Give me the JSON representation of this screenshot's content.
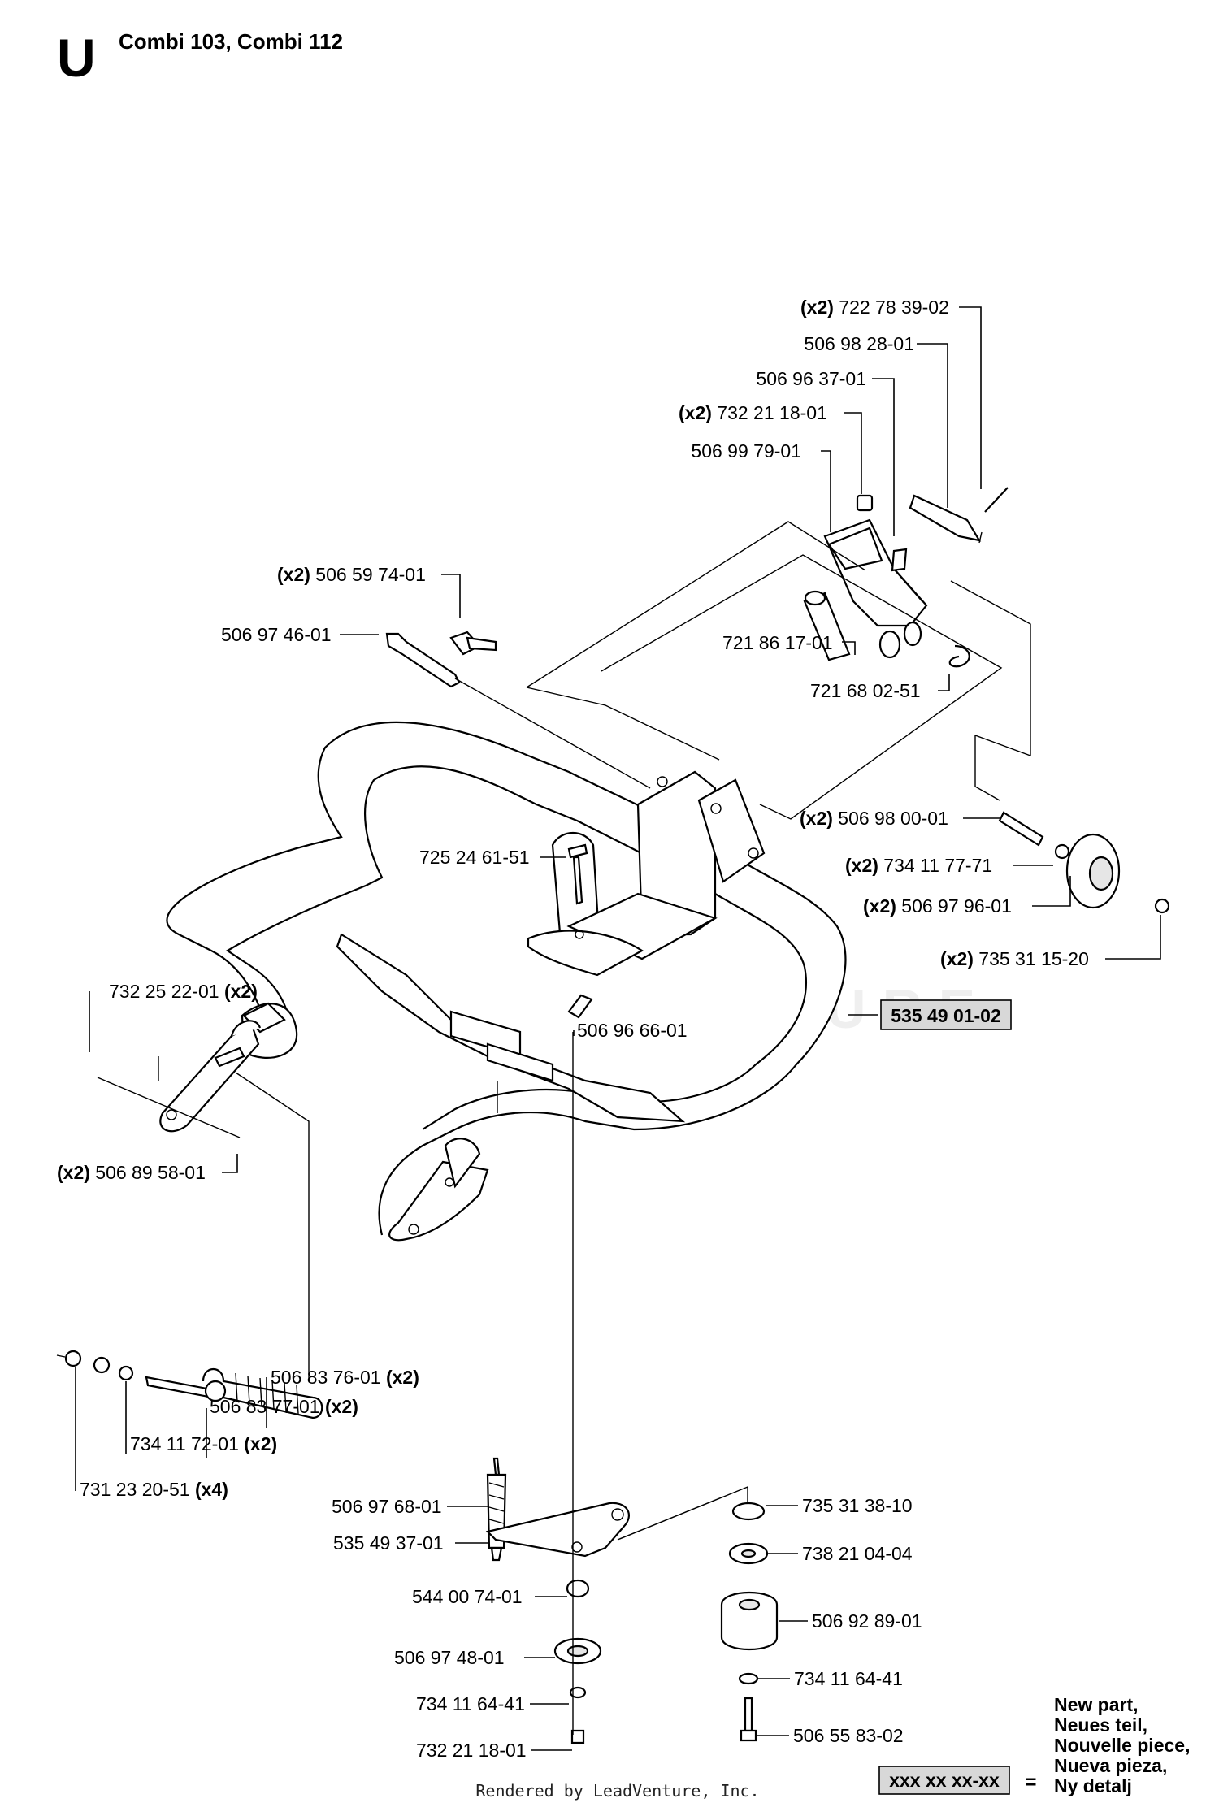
{
  "header": {
    "section_letter": "U",
    "title": "Combi 103, Combi 112"
  },
  "watermark": "LEADVENTURE",
  "footer": "Rendered by LeadVenture, Inc.",
  "assembly_number": "535 49 01-02",
  "legend": {
    "lines": [
      "New part,",
      "Neues teil,",
      "Nouvelle piece,",
      "Nueva pieza,",
      "Ny detalj"
    ],
    "sample_box": "xxx xx xx-xx",
    "equals": "="
  },
  "parts": {
    "p_722_78_39_02": {
      "qty": "(x2)",
      "number": "722 78 39-02"
    },
    "p_506_98_28_01": {
      "qty": "",
      "number": "506 98 28-01"
    },
    "p_506_96_37_01": {
      "qty": "",
      "number": "506 96 37-01"
    },
    "p_732_21_18_01_top": {
      "qty": "(x2)",
      "number": "732 21 18-01"
    },
    "p_506_99_79_01": {
      "qty": "",
      "number": "506 99 79-01"
    },
    "p_506_59_74_01": {
      "qty": "(x2)",
      "number": "506 59 74-01"
    },
    "p_506_97_46_01": {
      "qty": "",
      "number": "506 97 46-01"
    },
    "p_721_86_17_01": {
      "qty": "",
      "number": "721 86 17-01"
    },
    "p_721_68_02_51": {
      "qty": "",
      "number": "721 68 02-51"
    },
    "p_506_98_00_01": {
      "qty": "(x2)",
      "number": "506 98 00-01"
    },
    "p_725_24_61_51": {
      "qty": "",
      "number": "725 24 61-51"
    },
    "p_734_11_77_71": {
      "qty": "(x2)",
      "number": "734 11 77-71"
    },
    "p_506_97_96_01": {
      "qty": "(x2)",
      "number": "506 97 96-01"
    },
    "p_735_31_15_20": {
      "qty": "(x2)",
      "number": "735 31 15-20"
    },
    "p_732_25_22_01": {
      "qty": "(x2)",
      "number": "732 25 22-01"
    },
    "p_506_96_66_01": {
      "qty": "",
      "number": "506 96 66-01"
    },
    "p_506_89_58_01": {
      "qty": "(x2)",
      "number": "506 89 58-01"
    },
    "p_506_83_76_01": {
      "qty": "(x2)",
      "number": "506 83 76-01"
    },
    "p_506_83_77_01": {
      "qty": "(x2)",
      "number": "506 83 77-01"
    },
    "p_734_11_72_01": {
      "qty": "(x2)",
      "number": "734 11 72-01"
    },
    "p_731_23_20_51": {
      "qty": "(x4)",
      "number": "731 23 20-51"
    },
    "p_506_97_68_01": {
      "qty": "",
      "number": "506 97 68-01"
    },
    "p_535_49_37_01": {
      "qty": "",
      "number": "535 49 37-01"
    },
    "p_544_00_74_01": {
      "qty": "",
      "number": "544 00 74-01"
    },
    "p_506_97_48_01": {
      "qty": "",
      "number": "506 97 48-01"
    },
    "p_734_11_64_41_left": {
      "qty": "",
      "number": "734 11 64-41"
    },
    "p_732_21_18_01_bottom": {
      "qty": "",
      "number": "732 21 18-01"
    },
    "p_735_31_38_10": {
      "qty": "",
      "number": "735 31 38-10"
    },
    "p_738_21_04_04": {
      "qty": "",
      "number": "738 21 04-04"
    },
    "p_506_92_89_01": {
      "qty": "",
      "number": "506 92 89-01"
    },
    "p_734_11_64_41_right": {
      "qty": "",
      "number": "734 11 64-41"
    },
    "p_506_55_83_02": {
      "qty": "",
      "number": "506 55 83-02"
    }
  }
}
